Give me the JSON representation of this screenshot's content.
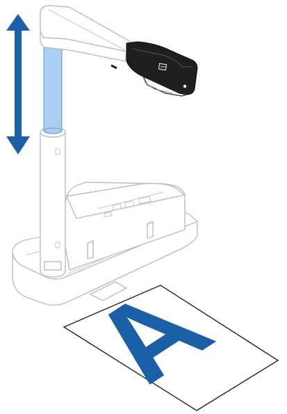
{
  "illustration": {
    "paper_letter": "A",
    "colors": {
      "arrow": "#1b5fa6",
      "letter": "#1b5fa6",
      "highlight": "#a9cdf3",
      "camera_head": "#1f1f1f",
      "outline": "#bcbcbc"
    },
    "icons": [
      "up-down-arrow-icon",
      "camera-head",
      "extendable-arm",
      "base-stand",
      "paper-sheet"
    ]
  }
}
